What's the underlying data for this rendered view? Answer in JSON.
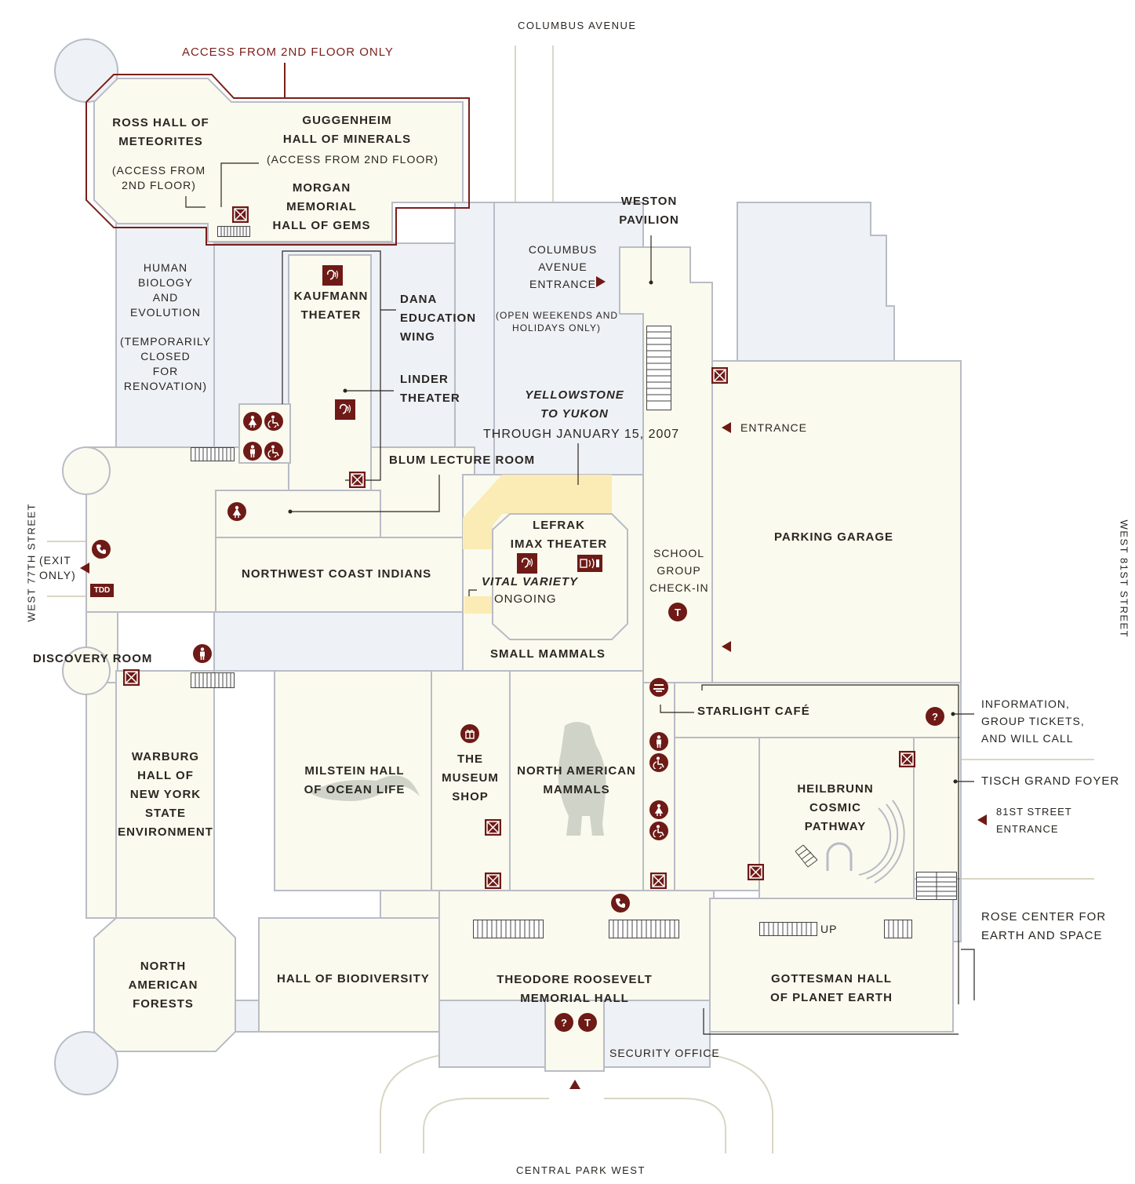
{
  "title": "",
  "streets": {
    "north": "COLUMBUS AVENUE",
    "south": "CENTRAL PARK WEST",
    "west": "WEST 77TH STREET",
    "east": "WEST 81ST STREET"
  },
  "access_note": "ACCESS FROM 2ND FLOOR ONLY",
  "rooms": {
    "ross": [
      "ROSS HALL OF",
      "METEORITES"
    ],
    "ross_note": [
      "(ACCESS FROM",
      "2ND FLOOR)"
    ],
    "guggenheim": [
      "GUGGENHEIM",
      "HALL OF MINERALS"
    ],
    "guggenheim_note": "(ACCESS FROM 2ND FLOOR)",
    "morgan": [
      "MORGAN",
      "MEMORIAL",
      "HALL OF GEMS"
    ],
    "human_bio": [
      "HUMAN",
      "BIOLOGY",
      "AND",
      "EVOLUTION"
    ],
    "human_bio_note": [
      "(TEMPORARILY",
      "CLOSED",
      "FOR",
      "RENOVATION)"
    ],
    "kaufmann": [
      "KAUFMANN",
      "THEATER"
    ],
    "dana": [
      "DANA",
      "EDUCATION",
      "WING"
    ],
    "linder": [
      "LINDER",
      "THEATER"
    ],
    "yellowstone": [
      "YELLOWSTONE",
      "TO YUKON"
    ],
    "yellowstone_dates": "THROUGH JANUARY 15, 2007",
    "blum": "BLUM LECTURE ROOM",
    "lefrak": [
      "LEFRAK",
      "IMAX THEATER"
    ],
    "vital": "VITAL VARIETY",
    "vital_note": "ONGOING",
    "nw_coast": "NORTHWEST COAST INDIANS",
    "exit_only": [
      "(EXIT",
      "ONLY)"
    ],
    "discovery": "DISCOVERY ROOM",
    "small_mammals": "SMALL MAMMALS",
    "warburg": [
      "WARBURG",
      "HALL OF",
      "NEW YORK",
      "STATE",
      "ENVIRONMENT"
    ],
    "milstein": [
      "MILSTEIN HALL",
      "OF OCEAN LIFE"
    ],
    "museum_shop": [
      "THE",
      "MUSEUM",
      "SHOP"
    ],
    "na_mammals": [
      "NORTH AMERICAN",
      "MAMMALS"
    ],
    "na_forests": [
      "NORTH",
      "AMERICAN",
      "FORESTS"
    ],
    "biodiversity": "HALL OF BIODIVERSITY",
    "roosevelt": [
      "THEODORE ROOSEVELT",
      "MEMORIAL HALL"
    ],
    "security": "SECURITY OFFICE",
    "weston": [
      "WESTON",
      "PAVILION"
    ],
    "columbus_entrance": [
      "COLUMBUS",
      "AVENUE",
      "ENTRANCE"
    ],
    "columbus_note": [
      "(OPEN WEEKENDS AND",
      "HOLIDAYS ONLY)"
    ],
    "entrance": "ENTRANCE",
    "parking": "PARKING GARAGE",
    "school_group": [
      "SCHOOL",
      "GROUP",
      "CHECK-IN"
    ],
    "starlight": "STARLIGHT CAFÉ",
    "information": [
      "INFORMATION,",
      "GROUP TICKETS,",
      "AND WILL CALL"
    ],
    "tisch": "TISCH GRAND FOYER",
    "entrance_81": [
      "81ST STREET",
      "ENTRANCE"
    ],
    "heilbrunn": [
      "HEILBRUNN",
      "COSMIC",
      "PATHWAY"
    ],
    "up": "UP",
    "rose": [
      "ROSE CENTER FOR",
      "EARTH AND SPACE"
    ],
    "gottesman": [
      "GOTTESMAN HALL",
      "OF PLANET EARTH"
    ]
  },
  "icons": {
    "tdd": "TDD",
    "question": "?",
    "ticket": "T"
  },
  "colors": {
    "floor": "#fbfaee",
    "corridor": "#eef1f6",
    "wall": "#b8bcc6",
    "accent": "#6e1a16",
    "exhibit": "#fbebb4",
    "outline": "#7a1f1a",
    "bear": "#cfd3c8"
  }
}
